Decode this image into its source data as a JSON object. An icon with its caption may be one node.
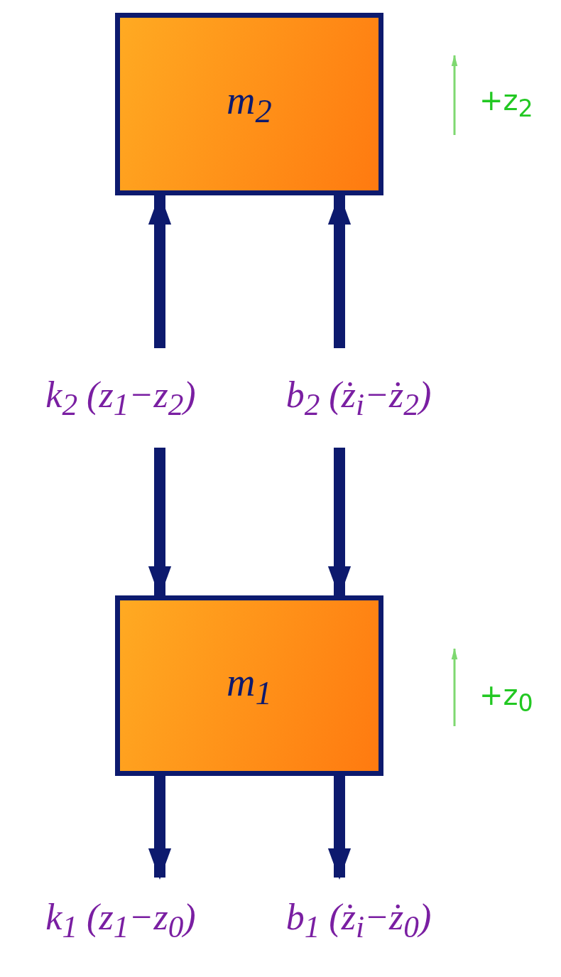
{
  "diagram": {
    "nodes": [
      {
        "text": [
          "m$_{2}$"
        ]
      },
      {
        "text": [
          "m$_{1}$"
        ]
      },
      {
        "text": [
          "k$_{2}$ (z$_{1}$−z$_{2}$)"
        ]
      },
      {
        "text": [
          "b$_{2}$ (ż$_{i}$−ż$_{2}$)"
        ]
      },
      {
        "text": [
          "k$_{1}$ (z$_{1}$−z$_{0}$)"
        ]
      },
      {
        "text": [
          "b$_{1}$ (ż$_{i}$−ż$_{0}$)"
        ]
      }
    ],
    "edges": [
      {
        "from": 2,
        "to": 0,
        "arrow": "to"
      },
      {
        "from": 3,
        "to": 0,
        "arrow": "to"
      },
      {
        "from": 2,
        "to": 1,
        "arrow": "to"
      },
      {
        "from": 3,
        "to": 1,
        "arrow": "to"
      },
      {
        "from": 1,
        "to": 4,
        "arrow": "to"
      },
      {
        "from": 1,
        "to": 5,
        "arrow": "to"
      }
    ],
    "labels": [
      "+z$_{2}$",
      "+z$_{0}$"
    ]
  }
}
